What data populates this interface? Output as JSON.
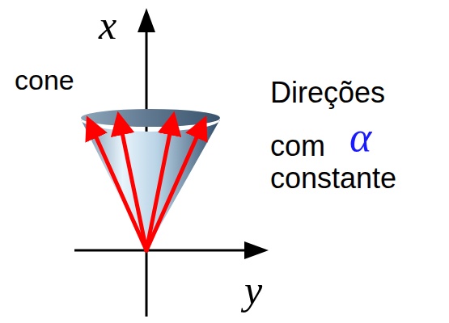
{
  "diagram": {
    "labels": [
      "x",
      "cone",
      "Direções",
      "com",
      "α",
      "constante",
      "y"
    ]
  }
}
